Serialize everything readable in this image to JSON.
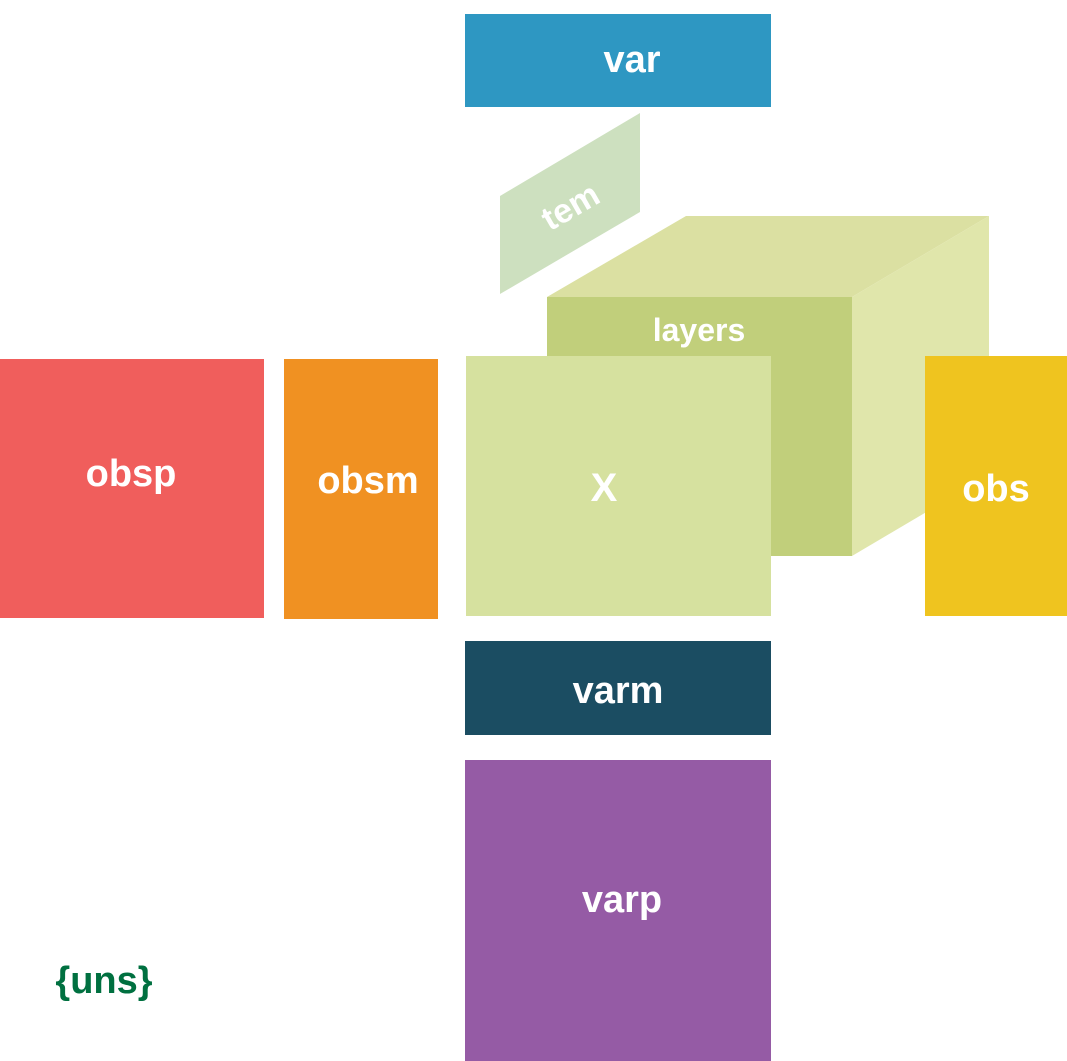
{
  "diagram": {
    "blocks": {
      "var": {
        "label": "var",
        "color": "#2e97c2"
      },
      "tem": {
        "label": "tem",
        "color": "#cde0bf"
      },
      "layers": {
        "label": "layers",
        "color": "#c1cf7b"
      },
      "layers_top": {
        "color": "#dbe0a2"
      },
      "layers_side": {
        "color": "#e0e6ab"
      },
      "X": {
        "label": "X",
        "color": "#d6e19f"
      },
      "obsp": {
        "label": "obsp",
        "color": "#f05e5c"
      },
      "obsm": {
        "label": "obsm",
        "color": "#f09122"
      },
      "obs": {
        "label": "obs",
        "color": "#efc41f"
      },
      "varm": {
        "label": "varm",
        "color": "#1b4d62"
      },
      "varp": {
        "label": "varp",
        "color": "#955ba5"
      }
    },
    "uns": {
      "label": "{uns}",
      "color": "#007040"
    }
  }
}
